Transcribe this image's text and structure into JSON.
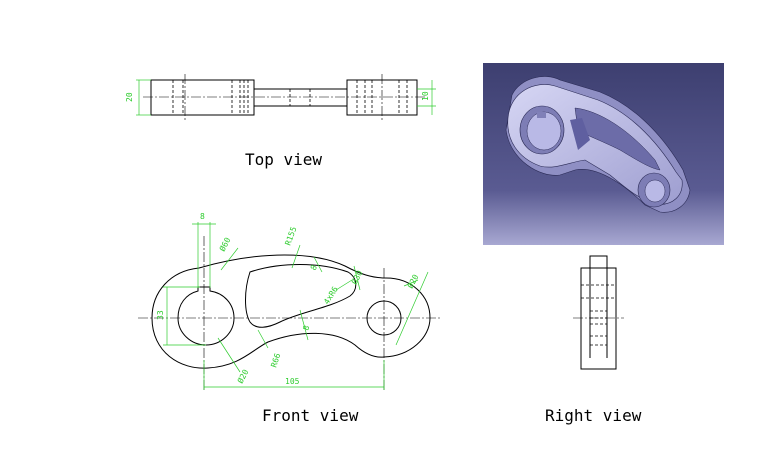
{
  "colors": {
    "line": "#000000",
    "dimension": "#2ecc2e",
    "render_bg_top": "#3d3f70",
    "render_bg_bottom": "#9a9ac8",
    "part_face": "#c9c9ee"
  },
  "top_view": {
    "caption": "Top view",
    "dim_height": "20",
    "dim_thickness": "10"
  },
  "front_view": {
    "caption": "Front view",
    "dim_key": "8",
    "dim_big_dia": "Ø60",
    "dim_arc_radius": "R155",
    "dim_rib_top": "8",
    "dim_fillets": "4xR6",
    "dim_small_dia": "Ø30",
    "dim_bore": "33",
    "dim_rib_bottom": "8",
    "dim_inner_radius": "R66",
    "dim_hole_dia": "Ø20",
    "dim_center_distance": "105"
  },
  "right_view": {
    "caption": "Right view"
  },
  "iso_view": {
    "icon": "3d-render"
  }
}
